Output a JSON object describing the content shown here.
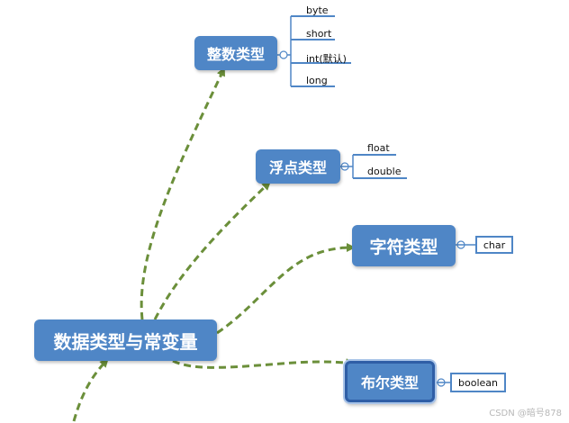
{
  "diagram": {
    "root": {
      "label": "数据类型与常变量"
    },
    "branches": [
      {
        "id": "int",
        "label": "整数类型",
        "children": [
          "byte",
          "short",
          "int(默认)",
          "long"
        ]
      },
      {
        "id": "float",
        "label": "浮点类型",
        "children": [
          "float",
          "double"
        ]
      },
      {
        "id": "char",
        "label": "字符类型",
        "children": [
          "char"
        ]
      },
      {
        "id": "bool",
        "label": "布尔类型",
        "children": [
          "boolean"
        ]
      }
    ]
  },
  "colors": {
    "node_fill": "#4f86c6",
    "connector_dashed": "#6b8f3a",
    "leaf_line": "#4f86c6"
  },
  "watermark": "CSDN @暗号878"
}
